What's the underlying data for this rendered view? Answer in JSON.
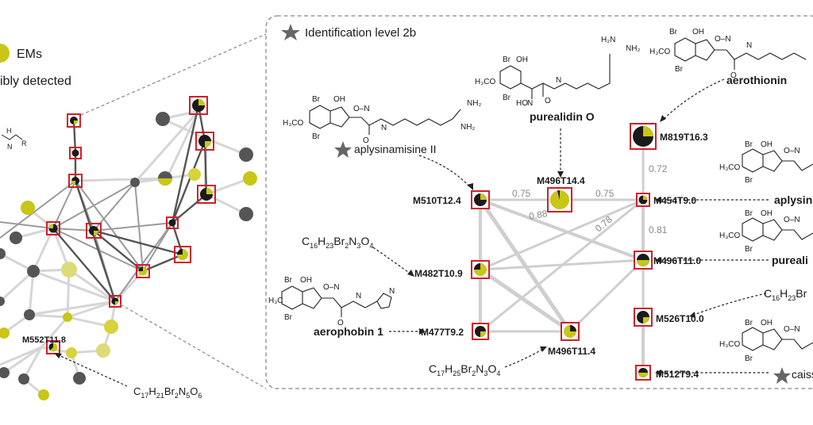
{
  "legend": {
    "ems_label": "EMs",
    "detected_label": "ibly detected"
  },
  "panel": {
    "title": "Identification level 2b"
  },
  "left_label": {
    "node": "M552T11.8",
    "formula_main": "C",
    "formula_sub1": "17",
    "formula_h": "H",
    "formula_sub2": "21",
    "formula_br": "Br",
    "formula_sub3": "2",
    "formula_n": "N",
    "formula_sub4": "5",
    "formula_o": "O",
    "formula_sub5": "6"
  },
  "nodes": {
    "M510T12.4": "M510T12.4",
    "M496T14.4": "M496T14.4",
    "M454T9.0": "M454T9.0",
    "M819T16.3": "M819T16.3",
    "M482T10.9": "M482T10.9",
    "M496T11.0": "M496T11.0",
    "M477T9.2": "M477T9.2",
    "M496T11.4": "M496T11.4",
    "M526T10.0": "M526T10.0",
    "M512T9.4": "M512T9.4"
  },
  "edges": {
    "e1": "0.75",
    "e2": "0.75",
    "e3": "0.88",
    "e4": "0.78",
    "e5": "0.72",
    "e6": "0.81"
  },
  "compounds": {
    "aplysinamisine": "aplysinamisine II",
    "purealidin_o": "purealidin O",
    "aerothionin": "aerothionin",
    "aerophobin": "aerophobin 1",
    "aplysi_cut": "aplysin",
    "pureali_cut": "pureali",
    "caiss_cut": "caiss"
  },
  "formulas": {
    "f1": {
      "C": "16",
      "H": "23",
      "Br": "2",
      "N": "3",
      "O": "4"
    },
    "f2": {
      "C": "17",
      "H": "25",
      "Br": "2",
      "N": "3",
      "O": "4"
    },
    "f3_cut": "C16H23Br"
  }
}
